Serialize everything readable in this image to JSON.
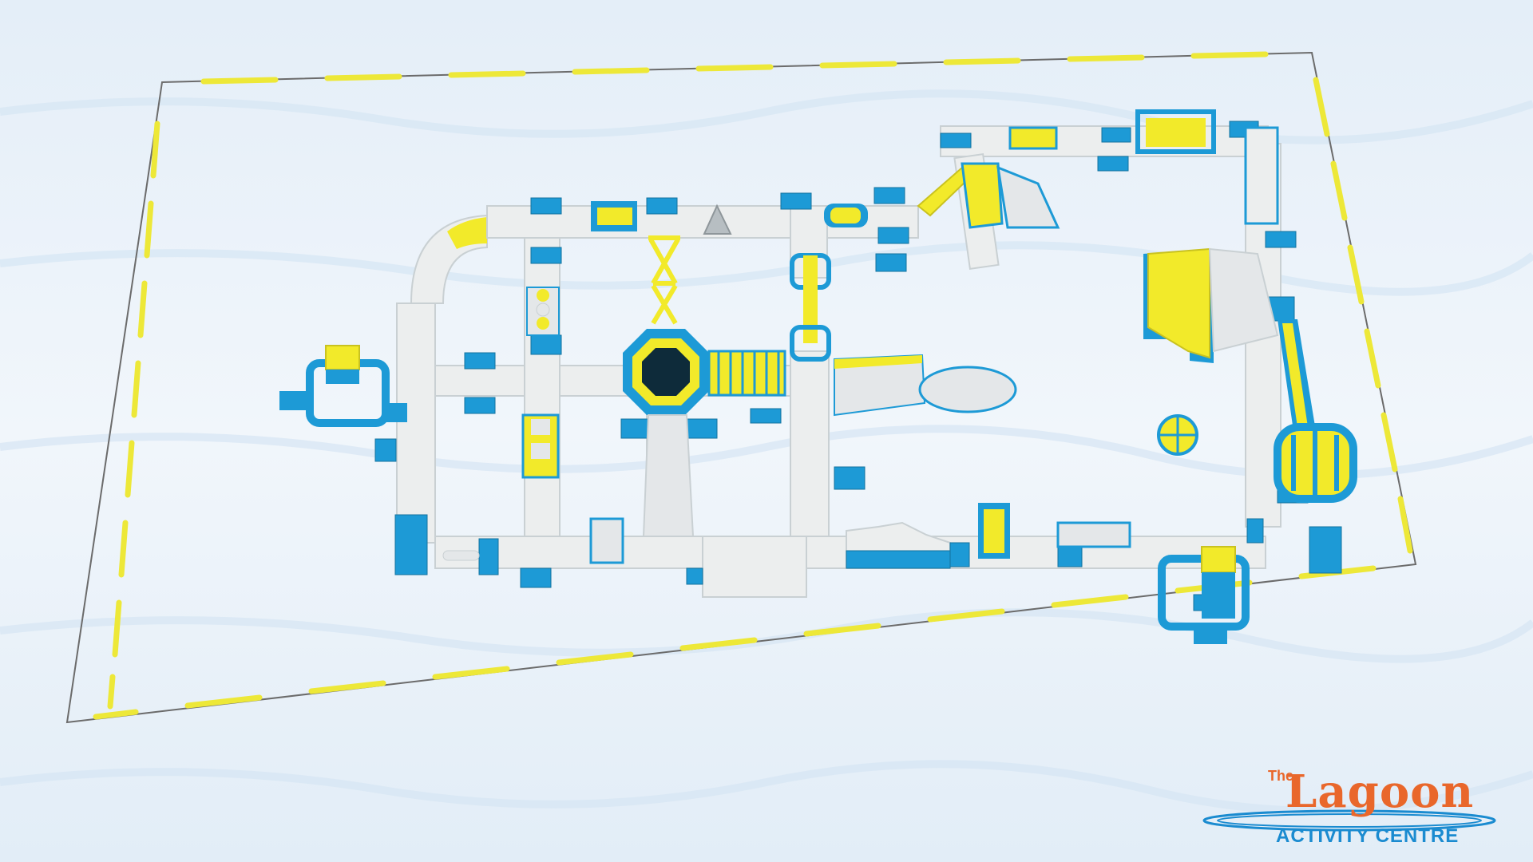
{
  "scene": {
    "type": "inflatable aqua park layout",
    "colors": {
      "water": "#eaf3fb",
      "walkway": "#eceeee",
      "walkway_edge": "#c9d0d3",
      "blue": "#1d9ad6",
      "yellow": "#f2ea2a",
      "dark": "#0e2b3a",
      "boundary_line": "#6b6b6b",
      "boundary_float": "#ede838",
      "logo_primary": "#e9672b",
      "logo_secondary": "#1a8bd0"
    }
  },
  "logo": {
    "prefix": "The",
    "name": "Lagoon",
    "subtitle": "ACTIVITY CENTRE"
  }
}
